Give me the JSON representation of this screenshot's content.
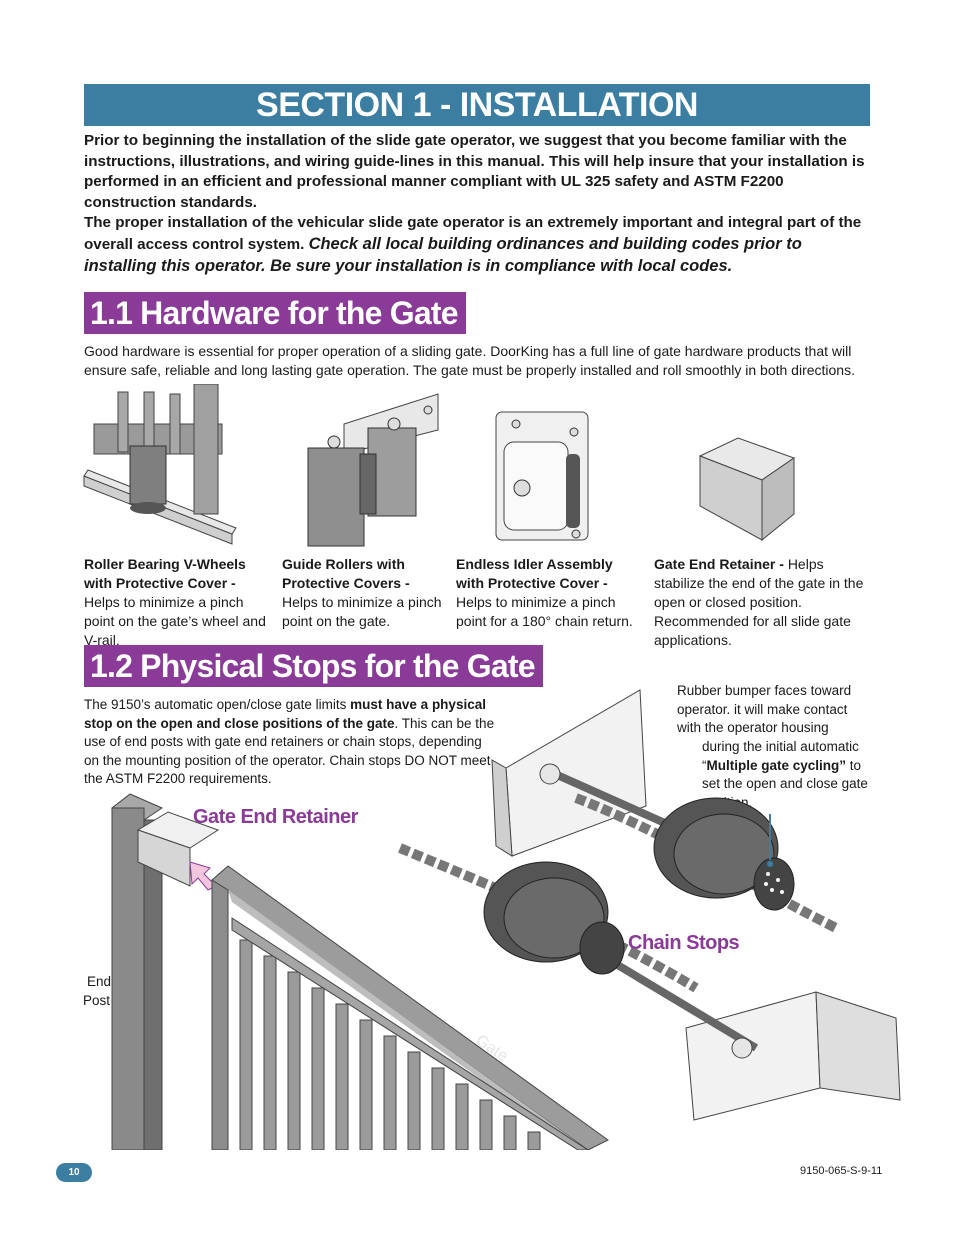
{
  "section": {
    "title": "SECTION 1 - INSTALLATION"
  },
  "intro": {
    "p1": "Prior to beginning the installation of the slide gate operator, we suggest that you become familiar with the instructions, illustrations, and wiring guide-lines in this manual. This will help insure that your installation is performed in an efficient and professional manner compliant with UL 325 safety and ASTM F2200 construction standards.",
    "p2_bold": "The proper installation of the vehicular slide gate operator is an extremely important and integral part of the overall access control system. ",
    "p2_italic": "Check all local building ordinances and building codes prior to installing this operator. Be sure your installation is in compliance with local codes."
  },
  "hardware": {
    "title": "1.1 Hardware for the Gate",
    "body": "Good hardware is essential for proper operation of a sliding gate. DoorKing has a full line of gate hardware products that will ensure safe, reliable and long lasting gate operation. The gate must be properly installed and roll smoothly in both directions.",
    "items": [
      {
        "name": "Roller Bearing V-Wheels with Protective Cover - ",
        "desc": "Helps to minimize a pinch point on the gate’s wheel and V-rail."
      },
      {
        "name": "Guide Rollers with Protective Covers - ",
        "desc": "Helps to minimize a pinch point on the gate."
      },
      {
        "name": "Endless Idler Assembly with Protective Cover - ",
        "desc": "Helps to minimize a pinch point for a 180° chain return."
      },
      {
        "name": "Gate End Retainer - ",
        "desc": "Helps stabilize the end of the gate in the open or closed position. Recommended for all slide gate applications."
      }
    ]
  },
  "stops": {
    "title": "1.2 Physical Stops for the Gate",
    "body_a": "The 9150’s automatic open/close gate limits ",
    "body_b": "must have a physical stop on the open and close positions of the gate",
    "body_c": ". This can be the use of end posts with gate end retainers or chain stops, depending on the mounting position of the operator. Chain stops DO NOT meet the ASTM F2200 requirements.",
    "bumper_a": "Rubber bumper faces toward operator. it will make contact with the operator housing",
    "bumper_b": "during the initial automatic “",
    "bumper_c": "Multiple gate cycling”",
    "bumper_d": " to set the open and close gate position.",
    "label_retainer": "Gate End Retainer",
    "label_chain": "Chain Stops",
    "label_end": "End",
    "label_post": "Post",
    "label_gate": "Gate"
  },
  "footer": {
    "page": "10",
    "code": "9150-065-S-9-11"
  },
  "colors": {
    "blue": "#3b7ea1",
    "purple": "#8a3b97",
    "pink": "#f4c6de"
  }
}
